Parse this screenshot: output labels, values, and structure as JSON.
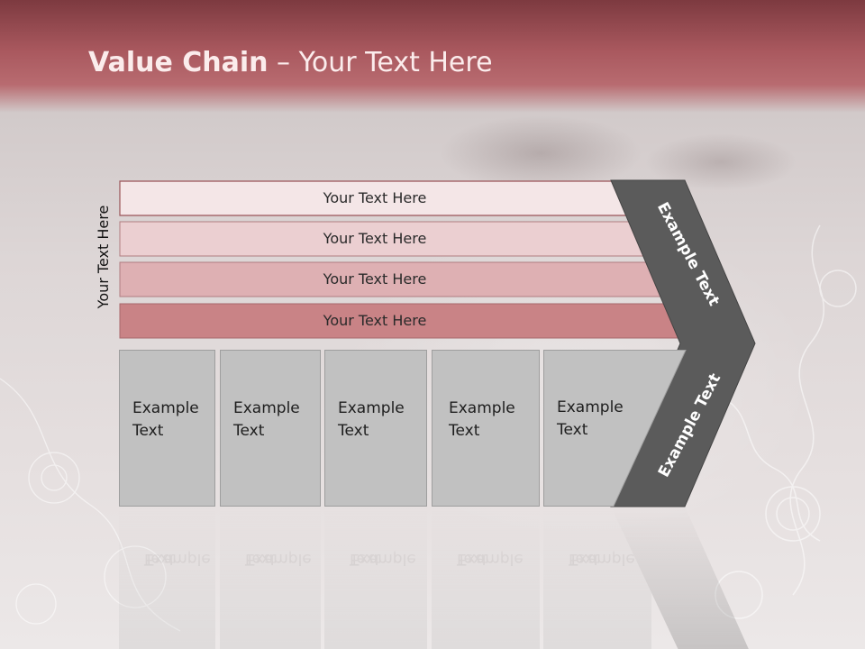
{
  "slide": {
    "title_bold": "Value Chain",
    "title_rest": " – Your Text Here",
    "side_label": "Your Text Here"
  },
  "rows": [
    {
      "label": "Your Text Here",
      "color": "#f4e6e7"
    },
    {
      "label": "Your Text Here",
      "color": "#ebcfd1"
    },
    {
      "label": "Your Text Here",
      "color": "#deb0b3"
    },
    {
      "label": "Your Text Here",
      "color": "#c98386"
    }
  ],
  "boxes": [
    {
      "line1": "Example",
      "line2": "Text"
    },
    {
      "line1": "Example",
      "line2": "Text"
    },
    {
      "line1": "Example",
      "line2": "Text"
    },
    {
      "line1": "Example",
      "line2": "Text"
    },
    {
      "line1": "Example",
      "line2": "Text"
    }
  ],
  "chevron": {
    "upper_label": "Example Text",
    "lower_label": "Example Text",
    "color": "#5b5b5b"
  },
  "colors": {
    "header": "#a9585e",
    "box_fill": "#c1c1c1"
  }
}
